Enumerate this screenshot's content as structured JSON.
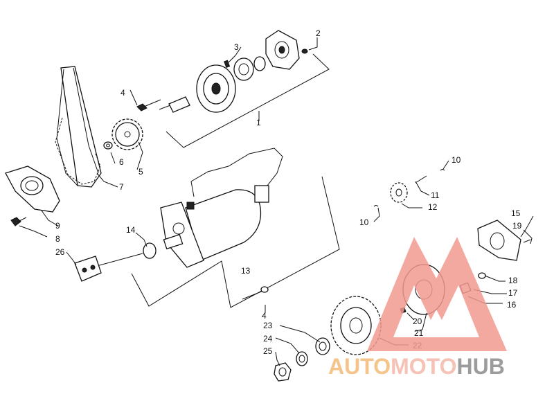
{
  "diagram": {
    "callouts": {
      "c1": "1",
      "c2": "2",
      "c3": "3",
      "c4a": "4",
      "c4b": "4",
      "c5": "5",
      "c6": "6",
      "c7": "7",
      "c8": "8",
      "c9": "9",
      "c10a": "10",
      "c10b": "10",
      "c11": "11",
      "c12": "12",
      "c13": "13",
      "c14": "14",
      "c15": "15",
      "c16": "16",
      "c17": "17",
      "c18": "18",
      "c19": "19",
      "c20": "20",
      "c21": "21",
      "c22": "22",
      "c23": "23",
      "c24": "24",
      "c25": "25",
      "c26": "26"
    }
  },
  "watermark": {
    "part1": "AUTO",
    "part2": "MOTO",
    "part3": "HUB",
    "colors": {
      "auto": "#f5c48a",
      "moto": "#f6c2b6",
      "hub": "#9c9c9c",
      "triangle": "#f19a8f"
    }
  }
}
